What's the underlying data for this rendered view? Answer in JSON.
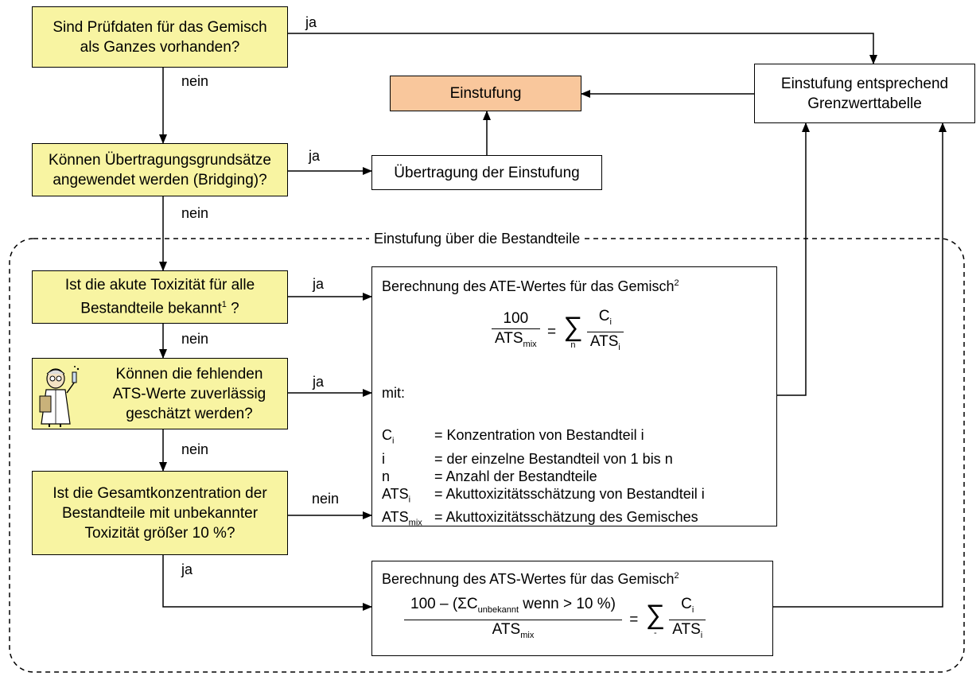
{
  "boxes": {
    "q1": [
      "Sind Prüfdaten für das Gemisch",
      "als Ganzes vorhanden?"
    ],
    "einstufung": "Einstufung",
    "grenzwert": [
      "Einstufung entsprechend",
      "Grenzwerttabelle"
    ],
    "q2": [
      "Können Übertragungsgrundsätze",
      "angewendet werden (Bridging)?"
    ],
    "uebertragung": "Übertragung der Einstufung",
    "q3_line1": "Ist die akute Toxizität für alle",
    "q3_line2": "Bestandteile bekannt",
    "q3_sup": "1",
    "q3_end": " ?",
    "q4": [
      "Können die fehlenden",
      "ATS-Werte zuverlässig",
      "geschätzt werden?"
    ],
    "q5": [
      "Ist die Gesamtkonzentration der",
      "Bestandteile mit unbekannter",
      "Toxizität größer 10 %?"
    ]
  },
  "edge_labels": {
    "ja": "ja",
    "nein": "nein"
  },
  "group_title": "Einstufung über die Bestandteile",
  "calc1": {
    "title": "Berechnung des ATE-Wertes für das Gemisch",
    "title_sup": "2",
    "num": "100",
    "den": "ATS",
    "den_sub": "mix",
    "eq": "=",
    "sigma": "∑",
    "sigma_sub": "n",
    "rnum": "C",
    "rnum_sub": "i",
    "rden": "ATS",
    "rden_sub": "i",
    "mit": "mit:",
    "defs": [
      {
        "sym": "C",
        "sub": "i",
        "desc": "=  Konzentration von Bestandteil i"
      },
      {
        "sym": "i",
        "sub": "",
        "desc": "=  der einzelne Bestandteil von 1 bis n"
      },
      {
        "sym": "n",
        "sub": "",
        "desc": "=  Anzahl der Bestandteile"
      },
      {
        "sym": "ATS",
        "sub": "i",
        "desc": "=  Akuttoxizitätsschätzung von Bestandteil i"
      },
      {
        "sym": "ATS",
        "sub": "mix",
        "desc": "=  Akuttoxizitätsschätzung des Gemisches"
      }
    ]
  },
  "calc2": {
    "title": "Berechnung des ATS-Wertes für das Gemisch",
    "title_sup": "2",
    "num_a": "100 – (ΣC",
    "num_sub": "unbekannt",
    "num_b": " wenn > 10 %)",
    "den": "ATS",
    "den_sub": "mix",
    "eq": "=",
    "sigma": "∑",
    "sigma_sub": "-",
    "rnum": "C",
    "rnum_sub": "i",
    "rden": "ATS",
    "rden_sub": "i"
  }
}
